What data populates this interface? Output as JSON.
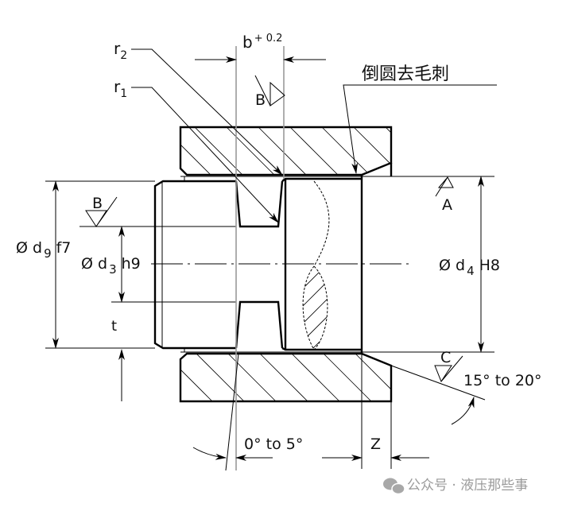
{
  "labels": {
    "r2": "r",
    "r2_sub": "2",
    "r1": "r",
    "r1_sub": "1",
    "b": "b",
    "b_tol": "+ 0.2",
    "deburr": "倒圆去毛刺",
    "d9": "Ø d",
    "d9_sub": "9",
    "d9_tol": "f7",
    "d3": "Ø d",
    "d3_sub": "3",
    "d3_tol": "h9",
    "d4": "Ø d",
    "d4_sub": "4",
    "d4_tol": "H8",
    "t": "t",
    "surface_a": "A",
    "surface_b_top": "B",
    "surface_b_left": "B",
    "surface_c": "C",
    "angle_chamfer": "15° to 20°",
    "angle_flank": "0° to 5°",
    "z": "Z"
  },
  "watermark": {
    "text": "公众号 · 液压那些事",
    "icon": "wechat-icon"
  }
}
